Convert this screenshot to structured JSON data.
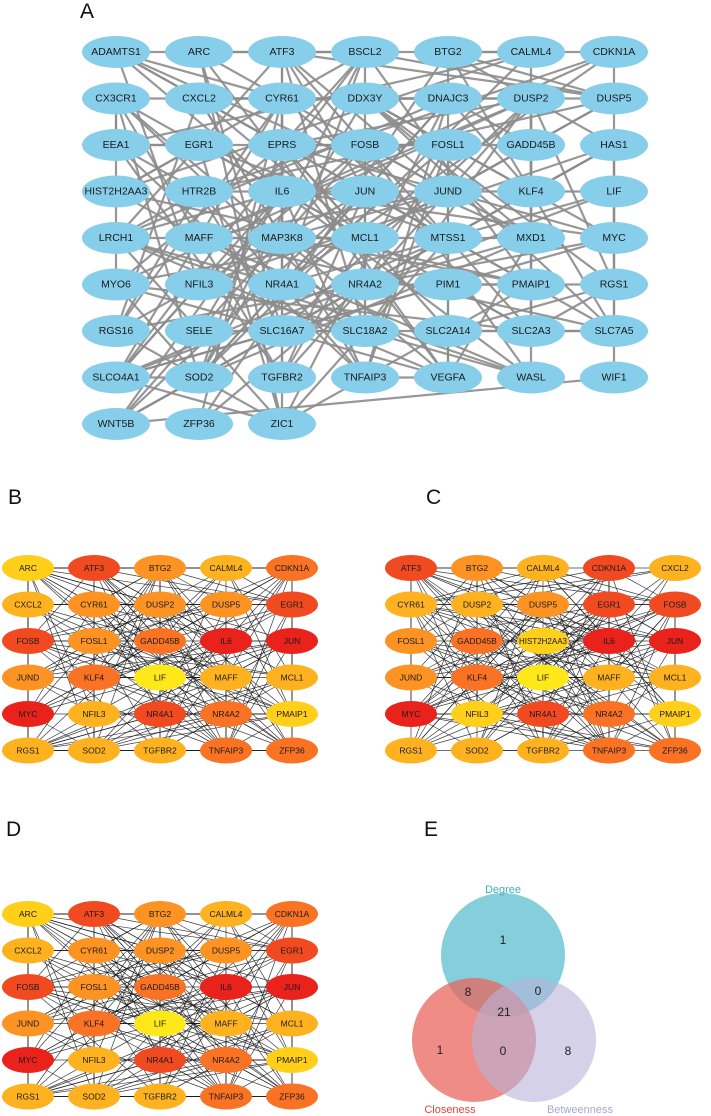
{
  "panels": {
    "A": {
      "letter": "A",
      "node_color": "#87CEEB",
      "edge_color": "#8c8c8c",
      "rows": [
        [
          "ADAMTS1",
          "ARC",
          "ATF3",
          "BSCL2",
          "BTG2",
          "CALML4",
          "CDKN1A"
        ],
        [
          "CX3CR1",
          "CXCL2",
          "CYR61",
          "DDX3Y",
          "DNAJC3",
          "DUSP2",
          "DUSP5"
        ],
        [
          "EEA1",
          "EGR1",
          "EPRS",
          "FOSB",
          "FOSL1",
          "GADD45B",
          "HAS1"
        ],
        [
          "HIST2H2AA3",
          "HTR2B",
          "IL6",
          "JUN",
          "JUND",
          "KLF4",
          "LIF"
        ],
        [
          "LRCH1",
          "MAFF",
          "MAP3K8",
          "MCL1",
          "MTSS1",
          "MXD1",
          "MYC"
        ],
        [
          "MYO6",
          "NFIL3",
          "NR4A1",
          "NR4A2",
          "PIM1",
          "PMAIP1",
          "RGS1"
        ],
        [
          "RGS16",
          "SELE",
          "SLC16A7",
          "SLC18A2",
          "SLC2A14",
          "SLC2A3",
          "SLC7A5"
        ],
        [
          "SLCO4A1",
          "SOD2",
          "TGFBR2",
          "TNFAIP3",
          "VEGFA",
          "WASL",
          "WIF1"
        ],
        [
          "WNT5B",
          "ZFP36",
          "ZIC1"
        ]
      ]
    },
    "B": {
      "letter": "B",
      "edge_color": "#1a1a1a",
      "rows": [
        [
          {
            "label": "ARC",
            "level": 1
          },
          {
            "label": "ATF3",
            "level": 5
          },
          {
            "label": "BTG2",
            "level": 3
          },
          {
            "label": "CALML4",
            "level": 2
          },
          {
            "label": "CDKN1A",
            "level": 4
          }
        ],
        [
          {
            "label": "CXCL2",
            "level": 2
          },
          {
            "label": "CYR61",
            "level": 3
          },
          {
            "label": "DUSP2",
            "level": 3
          },
          {
            "label": "DUSP5",
            "level": 3
          },
          {
            "label": "EGR1",
            "level": 5
          }
        ],
        [
          {
            "label": "FOSB",
            "level": 5
          },
          {
            "label": "FOSL1",
            "level": 3
          },
          {
            "label": "GADD45B",
            "level": 4
          },
          {
            "label": "IL6",
            "level": 6
          },
          {
            "label": "JUN",
            "level": 6
          }
        ],
        [
          {
            "label": "JUND",
            "level": 3
          },
          {
            "label": "KLF4",
            "level": 4
          },
          {
            "label": "LIF",
            "level": 0
          },
          {
            "label": "MAFF",
            "level": 2
          },
          {
            "label": "MCL1",
            "level": 2
          }
        ],
        [
          {
            "label": "MYC",
            "level": 6
          },
          {
            "label": "NFIL3",
            "level": 2
          },
          {
            "label": "NR4A1",
            "level": 5
          },
          {
            "label": "NR4A2",
            "level": 4
          },
          {
            "label": "PMAIP1",
            "level": 1
          }
        ],
        [
          {
            "label": "RGS1",
            "level": 2
          },
          {
            "label": "SOD2",
            "level": 2
          },
          {
            "label": "TGFBR2",
            "level": 2
          },
          {
            "label": "TNFAIP3",
            "level": 4
          },
          {
            "label": "ZFP36",
            "level": 4
          }
        ]
      ]
    },
    "C": {
      "letter": "C",
      "edge_color": "#1a1a1a",
      "rows": [
        [
          {
            "label": "ATF3",
            "level": 5
          },
          {
            "label": "BTG2",
            "level": 3
          },
          {
            "label": "CALML4",
            "level": 2
          },
          {
            "label": "CDKN1A",
            "level": 5
          },
          {
            "label": "CXCL2",
            "level": 2
          }
        ],
        [
          {
            "label": "CYR61",
            "level": 2
          },
          {
            "label": "DUSP2",
            "level": 2
          },
          {
            "label": "DUSP5",
            "level": 3
          },
          {
            "label": "EGR1",
            "level": 5
          },
          {
            "label": "FOSB",
            "level": 5
          }
        ],
        [
          {
            "label": "FOSL1",
            "level": 3
          },
          {
            "label": "GADD45B",
            "level": 4
          },
          {
            "label": "HIST2H2AA3",
            "level": 1
          },
          {
            "label": "IL6",
            "level": 6
          },
          {
            "label": "JUN",
            "level": 6
          }
        ],
        [
          {
            "label": "JUND",
            "level": 3
          },
          {
            "label": "KLF4",
            "level": 4
          },
          {
            "label": "LIF",
            "level": 0
          },
          {
            "label": "MAFF",
            "level": 2
          },
          {
            "label": "MCL1",
            "level": 2
          }
        ],
        [
          {
            "label": "MYC",
            "level": 6
          },
          {
            "label": "NFIL3",
            "level": 1
          },
          {
            "label": "NR4A1",
            "level": 5
          },
          {
            "label": "NR4A2",
            "level": 4
          },
          {
            "label": "PMAIP1",
            "level": 1
          }
        ],
        [
          {
            "label": "RGS1",
            "level": 2
          },
          {
            "label": "SOD2",
            "level": 2
          },
          {
            "label": "TGFBR2",
            "level": 2
          },
          {
            "label": "TNFAIP3",
            "level": 4
          },
          {
            "label": "ZFP36",
            "level": 4
          }
        ]
      ]
    },
    "D": {
      "letter": "D",
      "edge_color": "#1a1a1a",
      "rows": [
        [
          {
            "label": "ARC",
            "level": 1
          },
          {
            "label": "ATF3",
            "level": 5
          },
          {
            "label": "BTG2",
            "level": 3
          },
          {
            "label": "CALML4",
            "level": 2
          },
          {
            "label": "CDKN1A",
            "level": 4
          }
        ],
        [
          {
            "label": "CXCL2",
            "level": 2
          },
          {
            "label": "CYR61",
            "level": 3
          },
          {
            "label": "DUSP2",
            "level": 3
          },
          {
            "label": "DUSP5",
            "level": 3
          },
          {
            "label": "EGR1",
            "level": 5
          }
        ],
        [
          {
            "label": "FOSB",
            "level": 5
          },
          {
            "label": "FOSL1",
            "level": 3
          },
          {
            "label": "GADD45B",
            "level": 4
          },
          {
            "label": "IL6",
            "level": 6
          },
          {
            "label": "JUN",
            "level": 6
          }
        ],
        [
          {
            "label": "JUND",
            "level": 3
          },
          {
            "label": "KLF4",
            "level": 4
          },
          {
            "label": "LIF",
            "level": 0
          },
          {
            "label": "MAFF",
            "level": 2
          },
          {
            "label": "MCL1",
            "level": 2
          }
        ],
        [
          {
            "label": "MYC",
            "level": 6
          },
          {
            "label": "NFIL3",
            "level": 2
          },
          {
            "label": "NR4A1",
            "level": 5
          },
          {
            "label": "NR4A2",
            "level": 4
          },
          {
            "label": "PMAIP1",
            "level": 1
          }
        ],
        [
          {
            "label": "RGS1",
            "level": 2
          },
          {
            "label": "SOD2",
            "level": 2
          },
          {
            "label": "TGFBR2",
            "level": 2
          },
          {
            "label": "TNFAIP3",
            "level": 4
          },
          {
            "label": "ZFP36",
            "level": 4
          }
        ]
      ]
    },
    "E": {
      "letter": "E",
      "sets": {
        "degree": {
          "label": "Degree",
          "fill": "#5bbfcf",
          "text": "#3bb0c4"
        },
        "closeness": {
          "label": "Closeness",
          "fill": "#e8655c",
          "text": "#e0453a"
        },
        "betweenness": {
          "label": "Betweenness",
          "fill": "#b7b3d9",
          "text": "#a9a6d2"
        }
      },
      "counts": {
        "degree_only": "1",
        "degree_closeness": "8",
        "degree_betweenness": "0",
        "all_three": "21",
        "closeness_only": "1",
        "closeness_betweenness": "0",
        "betweenness_only": "8"
      }
    }
  },
  "heat_palette": [
    "#ffe81a",
    "#ffcf1a",
    "#ffb21f",
    "#fd9322",
    "#fa7223",
    "#f24a20",
    "#ea221c"
  ]
}
